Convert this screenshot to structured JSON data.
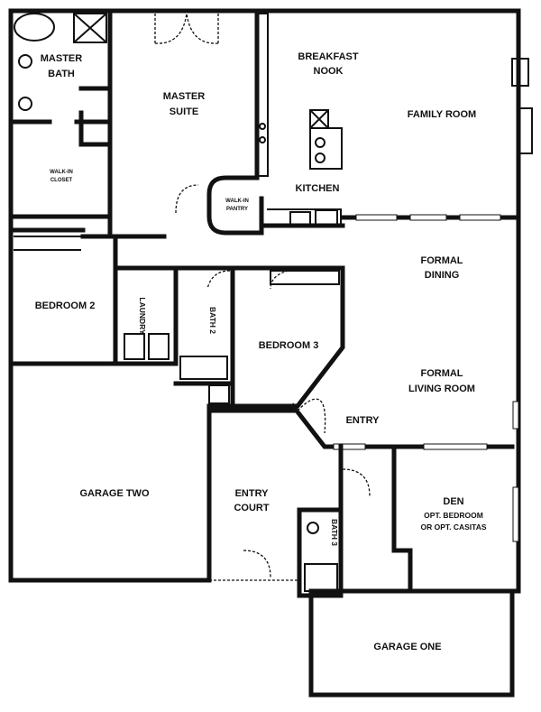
{
  "plan": {
    "rooms": {
      "master_bath": [
        "MASTER",
        "BATH"
      ],
      "walk_in_closet": [
        "WALK-IN",
        "CLOSET"
      ],
      "master_suite": [
        "MASTER",
        "SUITE"
      ],
      "breakfast_nook": [
        "BREAKFAST",
        "NOOK"
      ],
      "family_room": "FAMILY ROOM",
      "kitchen": "KITCHEN",
      "walk_in_pantry": [
        "WALK-IN",
        "PANTRY"
      ],
      "formal_dining": [
        "FORMAL",
        "DINING"
      ],
      "bedroom_2": "BEDROOM 2",
      "laundry": "LAUNDRY",
      "bath_2": "BATH 2",
      "bedroom_3": "BEDROOM 3",
      "formal_living_room": [
        "FORMAL",
        "LIVING ROOM"
      ],
      "entry": "ENTRY",
      "garage_two": "GARAGE TWO",
      "entry_court": [
        "ENTRY",
        "COURT"
      ],
      "den": [
        "DEN",
        "OPT. BEDROOM",
        "OR OPT. CASITAS"
      ],
      "bath_3": "BATH 3",
      "garage_one": "GARAGE ONE"
    }
  }
}
